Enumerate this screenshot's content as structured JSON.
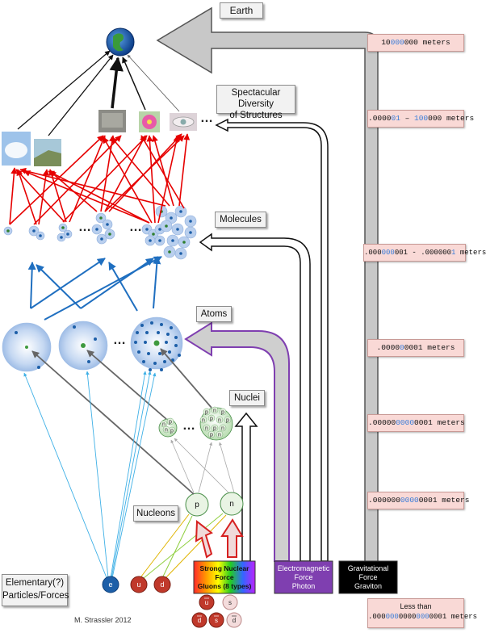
{
  "labels": {
    "earth": "Earth",
    "structures_line1": "Spectacular Diversity",
    "structures_line2": "of Structures",
    "molecules": "Molecules",
    "atoms": "Atoms",
    "nuclei": "Nuclei",
    "nucleons": "Nucleons",
    "elementary_line1": "Elementary(?)",
    "elementary_line2": "Particles/Forces"
  },
  "scales": {
    "earth": {
      "a": "10",
      "b": "000",
      "c": "000 meters"
    },
    "structures": {
      "a": ".0000",
      "b": "01",
      "c": " – ",
      "d": "100",
      "e": "000 meters"
    },
    "molecules": {
      "a": ".000",
      "b": "000",
      "c": "001 - .000000",
      "d": "1",
      "e": " meters"
    },
    "atoms": {
      "a": ".0000",
      "b": "0",
      "c": "0001 meters"
    },
    "nuclei": {
      "a": ".00000",
      "b": "0000",
      "c": "0001 meters"
    },
    "nucleons": {
      "a": ".000000",
      "b": "0000",
      "c": "0001 meters"
    },
    "elementary_line1": "Less than",
    "elementary": {
      "a": ".000",
      "b": "000",
      "c": "0000",
      "d": "000",
      "e": "0001 meters"
    }
  },
  "forces": {
    "strong": [
      "Strong Nuclear",
      "Force",
      "Gluons (8 types)"
    ],
    "em": [
      "Electromagnetic",
      "Force",
      "Photon"
    ],
    "grav": [
      "Gravitational",
      "Force",
      "Graviton"
    ]
  },
  "particles": {
    "electron": "e",
    "up": "u",
    "down": "d",
    "proton": "p",
    "neutron": "n",
    "ubar": "u",
    "dbar": "d",
    "sbar": "s",
    "strange": "s"
  },
  "ellipsis": "…",
  "credit": "M. Strassler 2012",
  "colors": {
    "gravity_arrow": "#c8c8c8",
    "em_arrow": "#7f3fb0",
    "scale_box": "#f9d9d6",
    "blue_arrow": "#1f6fc0",
    "red_arrow": "#e60000",
    "cyan_arrow": "#3fb0e6",
    "quark_red": "#c0392b",
    "electron_blue": "#1d5fa8"
  }
}
